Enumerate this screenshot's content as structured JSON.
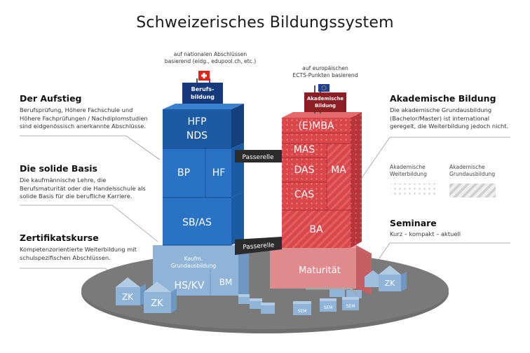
{
  "title": "Schweizerisches Bildungssystem",
  "notes": {
    "national": [
      "auf nationalen Abschlüssen",
      "basierend (eidg., edupool.ch, etc.)"
    ],
    "european": [
      "auf europäischen",
      "ECTS-Punkten basierend"
    ]
  },
  "sections": {
    "aufstieg": {
      "heading": "Der Aufstieg",
      "lines": [
        "Berufsprüfung, Höhere Fachschule und",
        "Höhere Fachprüfungen / Nachdiplomstudien",
        "sind eidgenössisch anerkannte Abschlüsse."
      ]
    },
    "basis": {
      "heading": "Die solide Basis",
      "lines": [
        "Die kaufmännische Lehre, die",
        "Berufsmaturität oder die Handelsschule als",
        "solide Basis für die berufliche Karriere."
      ]
    },
    "zertifikat": {
      "heading": "Zertifikatskurse",
      "lines": [
        "Kompetenzorientierte Weiterbildung mit",
        "schulspezifischen Abschlüssen."
      ]
    },
    "akademisch": {
      "heading": "Akademische Bildung",
      "lines": [
        "Die akademische Grundausbildung",
        "(Bachelor/Master) ist international",
        "geregelt, die Weiterbildung jedoch nicht."
      ]
    },
    "seminare": {
      "heading": "Seminare",
      "lines": [
        "Kurz – kompakt – aktuell"
      ]
    }
  },
  "legend": {
    "weiter": [
      "Akademische",
      "Weiterbildung"
    ],
    "grund": [
      "Akademische",
      "Grundausbildung"
    ]
  },
  "blue_tower": {
    "sign": [
      "Berufs-",
      "bildung"
    ],
    "hfp": "HFP",
    "nds": "NDS",
    "bp": "BP",
    "hf": "HF",
    "sbas": "SB/AS",
    "base_label": [
      "Kaufm.",
      "Grundausbildung"
    ],
    "hskv": "HS/KV",
    "bm": "BM"
  },
  "red_tower": {
    "sign": [
      "Akademische",
      "Bildung"
    ],
    "emba": "(E)MBA",
    "mas": "MAS",
    "das": "DAS",
    "ma": "MA",
    "cas": "CAS",
    "ba": "BA",
    "maturitat": "Maturität"
  },
  "bridges": {
    "top": "Passerelle",
    "bottom": "Passerelle"
  },
  "small": {
    "zk": "ZK",
    "sem": "SEM"
  },
  "colors": {
    "blue_front": "#2a72c4",
    "blue_side": "#1c5aa3",
    "blue_dark": "#163f7e",
    "red_front": "#d9474b",
    "red_side": "#b8343a",
    "red_base": "#df8a8c",
    "platform": "#6f6f6f",
    "light_blue": "#8fb4d8"
  }
}
